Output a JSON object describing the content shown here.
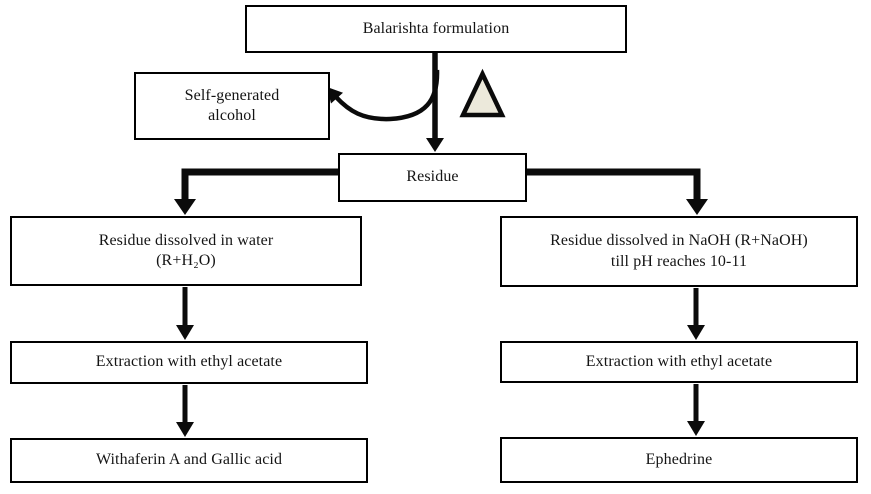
{
  "boxes": {
    "formulation": "Balarishta formulation",
    "alcohol": [
      "Self-generated",
      "alcohol"
    ],
    "residue": "Residue",
    "water": [
      "Residue dissolved in water",
      "(R+H₂O)"
    ],
    "naoh": [
      "Residue dissolved in NaOH (R+NaOH)",
      "till pH reaches 10-11"
    ],
    "extract_left": "Extraction with ethyl acetate",
    "extract_right": "Extraction with ethyl acetate",
    "result_left": "Withaferin A and Gallic acid",
    "result_right": "Ephedrine"
  },
  "symbols": {
    "heat": "Δ"
  },
  "colors": {
    "line": "#0b0b0b",
    "box_border": "#000000",
    "box_bg": "#ffffff",
    "triangle_fill": "#ece9db",
    "background": "#ffffff"
  }
}
